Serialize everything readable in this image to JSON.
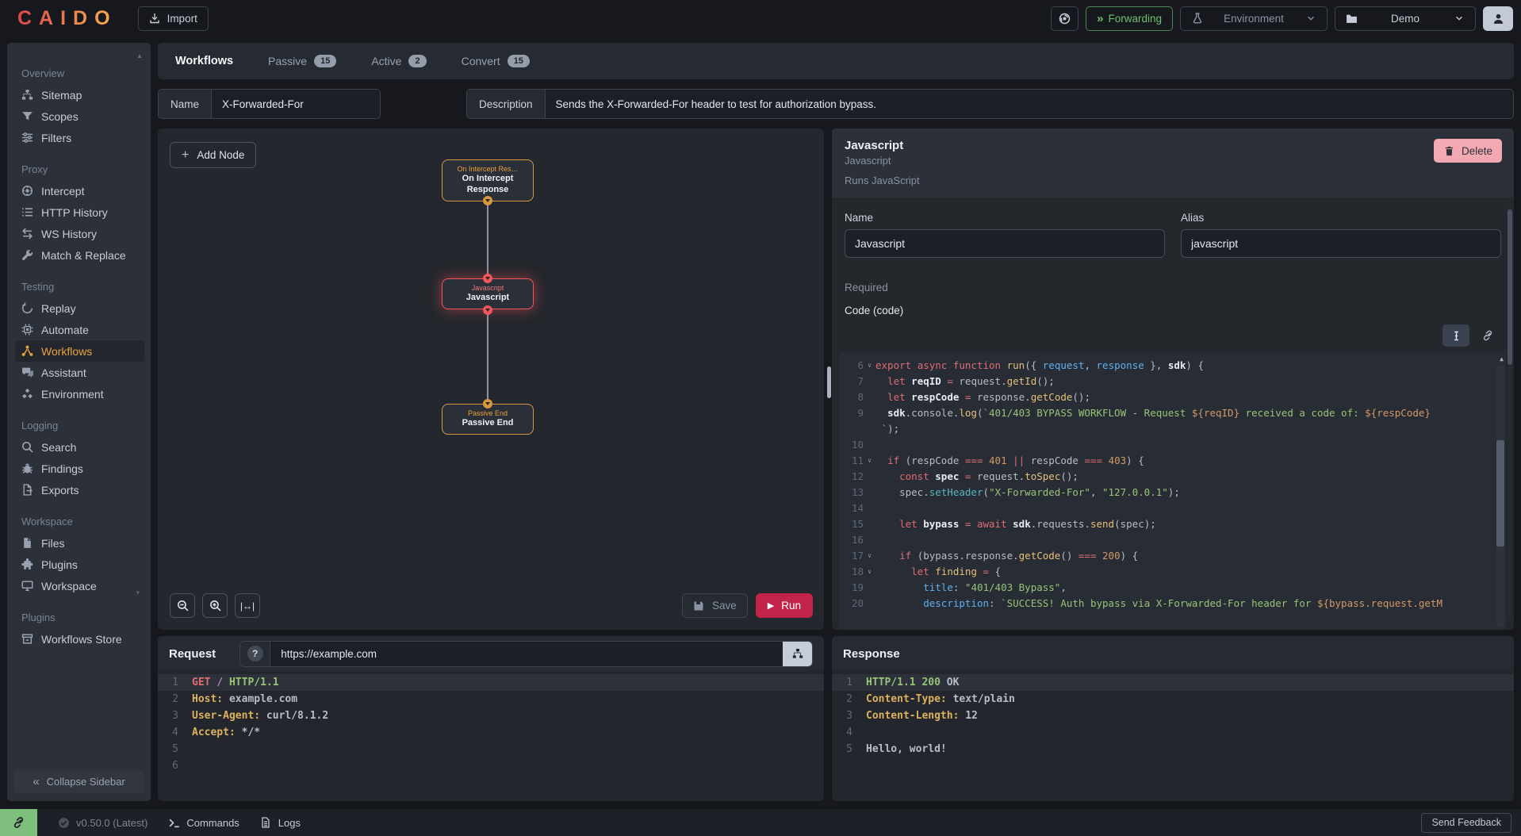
{
  "topbar": {
    "logo": "CAIDO",
    "import_label": "Import",
    "forwarding_label": "Forwarding",
    "environment_label": "Environment",
    "project_label": "Demo"
  },
  "sidebar": {
    "sections": [
      {
        "title": "Overview",
        "items": [
          {
            "label": "Sitemap"
          },
          {
            "label": "Scopes"
          },
          {
            "label": "Filters"
          }
        ]
      },
      {
        "title": "Proxy",
        "items": [
          {
            "label": "Intercept"
          },
          {
            "label": "HTTP History"
          },
          {
            "label": "WS History"
          },
          {
            "label": "Match & Replace"
          }
        ]
      },
      {
        "title": "Testing",
        "items": [
          {
            "label": "Replay"
          },
          {
            "label": "Automate"
          },
          {
            "label": "Workflows"
          },
          {
            "label": "Assistant"
          },
          {
            "label": "Environment"
          }
        ]
      },
      {
        "title": "Logging",
        "items": [
          {
            "label": "Search"
          },
          {
            "label": "Findings"
          },
          {
            "label": "Exports"
          }
        ]
      },
      {
        "title": "Workspace",
        "items": [
          {
            "label": "Files"
          },
          {
            "label": "Plugins"
          },
          {
            "label": "Workspace"
          }
        ]
      },
      {
        "title": "Plugins",
        "items": [
          {
            "label": "Workflows Store"
          }
        ]
      }
    ],
    "collapse_label": "Collapse Sidebar"
  },
  "tabs": {
    "workflows": "Workflows",
    "passive": "Passive",
    "passive_count": "15",
    "active": "Active",
    "active_count": "2",
    "convert": "Convert",
    "convert_count": "15"
  },
  "workflow_form": {
    "name_label": "Name",
    "name_value": "X-Forwarded-For",
    "description_label": "Description",
    "description_value": "Sends the X-Forwarded-For header to test for authorization bypass."
  },
  "canvas": {
    "add_node_label": "Add Node",
    "nodes": [
      {
        "type": "On Intercept Res…",
        "name": "On Intercept Response"
      },
      {
        "type": "Javascript",
        "name": "Javascript"
      },
      {
        "type": "Passive End",
        "name": "Passive End"
      }
    ],
    "fit_label": "|↔|",
    "save_label": "Save",
    "run_label": "Run"
  },
  "inspector": {
    "title": "Javascript",
    "subtitle": "Javascript",
    "description": "Runs JavaScript",
    "delete_label": "Delete",
    "name_label": "Name",
    "name_value": "Javascript",
    "alias_label": "Alias",
    "alias_value": "javascript",
    "required_label": "Required",
    "code_label": "Code (code)",
    "code_lines": [
      {
        "n": "6",
        "fold": true,
        "s": [
          [
            "kw",
            "export"
          ],
          [
            "pln",
            " "
          ],
          [
            "kw",
            "async"
          ],
          [
            "pln",
            " "
          ],
          [
            "kw",
            "function"
          ],
          [
            "pln",
            " "
          ],
          [
            "fn",
            "run"
          ],
          [
            "pln",
            "({ "
          ],
          [
            "prm",
            "request"
          ],
          [
            "pln",
            ", "
          ],
          [
            "prm",
            "response"
          ],
          [
            "pln",
            " }, "
          ],
          [
            "idw",
            "sdk"
          ],
          [
            "pln",
            ") {"
          ]
        ]
      },
      {
        "n": "7",
        "s": [
          [
            "pln",
            "  "
          ],
          [
            "kw",
            "let"
          ],
          [
            "pln",
            " "
          ],
          [
            "idw",
            "reqID"
          ],
          [
            "pln",
            " "
          ],
          [
            "op",
            "="
          ],
          [
            "pln",
            " request."
          ],
          [
            "fn",
            "getId"
          ],
          [
            "pln",
            "();"
          ]
        ]
      },
      {
        "n": "8",
        "s": [
          [
            "pln",
            "  "
          ],
          [
            "kw",
            "let"
          ],
          [
            "pln",
            " "
          ],
          [
            "idw",
            "respCode"
          ],
          [
            "pln",
            " "
          ],
          [
            "op",
            "="
          ],
          [
            "pln",
            " response."
          ],
          [
            "fn",
            "getCode"
          ],
          [
            "pln",
            "();"
          ]
        ]
      },
      {
        "n": "9",
        "s": [
          [
            "pln",
            "  "
          ],
          [
            "idw",
            "sdk"
          ],
          [
            "pln",
            ".console."
          ],
          [
            "fn",
            "log"
          ],
          [
            "pln",
            "("
          ],
          [
            "str",
            "`401/403 BYPASS WORKFLOW - Request "
          ],
          [
            "tpl",
            "${reqID}"
          ],
          [
            "str",
            " received a code of: "
          ],
          [
            "tpl",
            "${respCode}"
          ]
        ]
      },
      {
        "n": "",
        "s": [
          [
            "str",
            " `"
          ],
          [
            "pln",
            ");"
          ]
        ]
      },
      {
        "n": "10",
        "s": []
      },
      {
        "n": "11",
        "fold": true,
        "s": [
          [
            "pln",
            "  "
          ],
          [
            "kw",
            "if"
          ],
          [
            "pln",
            " (respCode "
          ],
          [
            "op",
            "==="
          ],
          [
            "pln",
            " "
          ],
          [
            "num",
            "401"
          ],
          [
            "pln",
            " "
          ],
          [
            "op",
            "||"
          ],
          [
            "pln",
            " respCode "
          ],
          [
            "op",
            "==="
          ],
          [
            "pln",
            " "
          ],
          [
            "num",
            "403"
          ],
          [
            "pln",
            ") {"
          ]
        ]
      },
      {
        "n": "12",
        "s": [
          [
            "pln",
            "    "
          ],
          [
            "kw",
            "const"
          ],
          [
            "pln",
            " "
          ],
          [
            "idw",
            "spec"
          ],
          [
            "pln",
            " "
          ],
          [
            "op",
            "="
          ],
          [
            "pln",
            " request."
          ],
          [
            "fn",
            "toSpec"
          ],
          [
            "pln",
            "();"
          ]
        ]
      },
      {
        "n": "13",
        "s": [
          [
            "pln",
            "    spec."
          ],
          [
            "mth",
            "setHeader"
          ],
          [
            "pln",
            "("
          ],
          [
            "str",
            "\"X-Forwarded-For\""
          ],
          [
            "pln",
            ", "
          ],
          [
            "str",
            "\"127.0.0.1\""
          ],
          [
            "pln",
            ");"
          ]
        ]
      },
      {
        "n": "14",
        "s": []
      },
      {
        "n": "15",
        "s": [
          [
            "pln",
            "    "
          ],
          [
            "kw",
            "let"
          ],
          [
            "pln",
            " "
          ],
          [
            "idw",
            "bypass"
          ],
          [
            "pln",
            " "
          ],
          [
            "op",
            "="
          ],
          [
            "pln",
            " "
          ],
          [
            "kw",
            "await"
          ],
          [
            "pln",
            " "
          ],
          [
            "idw",
            "sdk"
          ],
          [
            "pln",
            ".requests."
          ],
          [
            "fn",
            "send"
          ],
          [
            "pln",
            "(spec);"
          ]
        ]
      },
      {
        "n": "16",
        "s": []
      },
      {
        "n": "17",
        "fold": true,
        "s": [
          [
            "pln",
            "    "
          ],
          [
            "kw",
            "if"
          ],
          [
            "pln",
            " (bypass.response."
          ],
          [
            "fn",
            "getCode"
          ],
          [
            "pln",
            "() "
          ],
          [
            "op",
            "==="
          ],
          [
            "pln",
            " "
          ],
          [
            "num",
            "200"
          ],
          [
            "pln",
            ") {"
          ]
        ]
      },
      {
        "n": "18",
        "fold": true,
        "s": [
          [
            "pln",
            "      "
          ],
          [
            "kw",
            "let"
          ],
          [
            "pln",
            " "
          ],
          [
            "fn",
            "finding"
          ],
          [
            "pln",
            " "
          ],
          [
            "op",
            "="
          ],
          [
            "pln",
            " {"
          ]
        ]
      },
      {
        "n": "19",
        "s": [
          [
            "pln",
            "        "
          ],
          [
            "prm",
            "title"
          ],
          [
            "pln",
            ": "
          ],
          [
            "str",
            "\"401/403 Bypass\""
          ],
          [
            "pln",
            ","
          ]
        ]
      },
      {
        "n": "20",
        "s": [
          [
            "pln",
            "        "
          ],
          [
            "prm",
            "description"
          ],
          [
            "pln",
            ": "
          ],
          [
            "str",
            "`SUCCESS! Auth bypass via X-Forwarded-For header for "
          ],
          [
            "tpl",
            "${bypass.request.getM"
          ]
        ]
      }
    ]
  },
  "request": {
    "title": "Request",
    "help_label": "?",
    "url": "https://example.com",
    "lines": [
      {
        "n": "1",
        "hl": true,
        "s": [
          [
            "kw",
            "GET"
          ],
          [
            "pln",
            " "
          ],
          [
            "pur",
            "/"
          ],
          [
            "pln",
            " "
          ],
          [
            "str",
            "HTTP/1.1"
          ]
        ]
      },
      {
        "n": "2",
        "s": [
          [
            "hdr",
            "Host:"
          ],
          [
            "pln",
            " example.com"
          ]
        ]
      },
      {
        "n": "3",
        "s": [
          [
            "hdr",
            "User-Agent:"
          ],
          [
            "pln",
            " curl/8.1.2"
          ]
        ]
      },
      {
        "n": "4",
        "s": [
          [
            "hdr",
            "Accept:"
          ],
          [
            "pln",
            " */*"
          ]
        ]
      },
      {
        "n": "5",
        "s": []
      },
      {
        "n": "6",
        "s": []
      }
    ]
  },
  "response": {
    "title": "Response",
    "lines": [
      {
        "n": "1",
        "hl": true,
        "s": [
          [
            "str",
            "HTTP/1.1 200"
          ],
          [
            "pln",
            " OK"
          ]
        ]
      },
      {
        "n": "2",
        "s": [
          [
            "hdr",
            "Content-Type:"
          ],
          [
            "pln",
            " text/plain"
          ]
        ]
      },
      {
        "n": "3",
        "s": [
          [
            "hdr",
            "Content-Length:"
          ],
          [
            "pln",
            " 12"
          ]
        ]
      },
      {
        "n": "4",
        "s": []
      },
      {
        "n": "5",
        "s": [
          [
            "pln",
            "Hello, world!"
          ]
        ]
      }
    ]
  },
  "footer": {
    "version": "v0.50.0 (Latest)",
    "commands_label": "Commands",
    "logs_label": "Logs",
    "feedback_label": "Send Feedback"
  },
  "colors": {
    "accent_orange": "#e8a33d",
    "node_selected_red": "#f2555a",
    "run_button_red": "#c22449",
    "delete_button_pink": "#f2a9b2",
    "forwarding_green": "#6cc070",
    "footer_green": "#7ebf7e"
  }
}
